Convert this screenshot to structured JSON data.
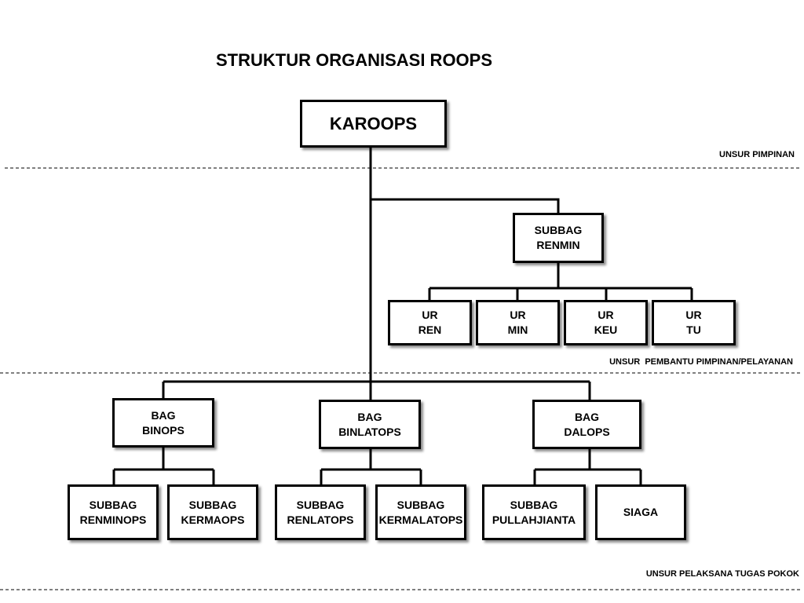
{
  "title": "STRUKTUR ORGANISASI ROOPS",
  "zones": {
    "pimpinan": "UNSUR PIMPINAN",
    "pembantu": "UNSUR  PEMBANTU PIMPINAN/PELAYANAN",
    "pelaksana": "UNSUR PELAKSANA TUGAS POKOK"
  },
  "nodes": {
    "karoops": "KAROOPS",
    "subbag_renmin": "SUBBAG\nRENMIN",
    "ur_ren": "UR\nREN",
    "ur_min": "UR\nMIN",
    "ur_keu": "UR\nKEU",
    "ur_tu": "UR\nTU",
    "bag_binops": "BAG\nBINOPS",
    "bag_binlatops": "BAG\nBINLATOPS",
    "bag_dalops": "BAG\nDALOPS",
    "subbag_renminops": "SUBBAG\nRENMINOPS",
    "subbag_kermaops": "SUBBAG\nKERMAOPS",
    "subbag_renlatops": "SUBBAG\nRENLATOPS",
    "subbag_kermalatops": "SUBBAG\nKERMALATOPS",
    "subbag_pullahjianta": "SUBBAG\nPULLAHJIANTA",
    "siaga": "SIAGA"
  },
  "colors": {
    "line": "#000000",
    "box_border": "#000000"
  }
}
